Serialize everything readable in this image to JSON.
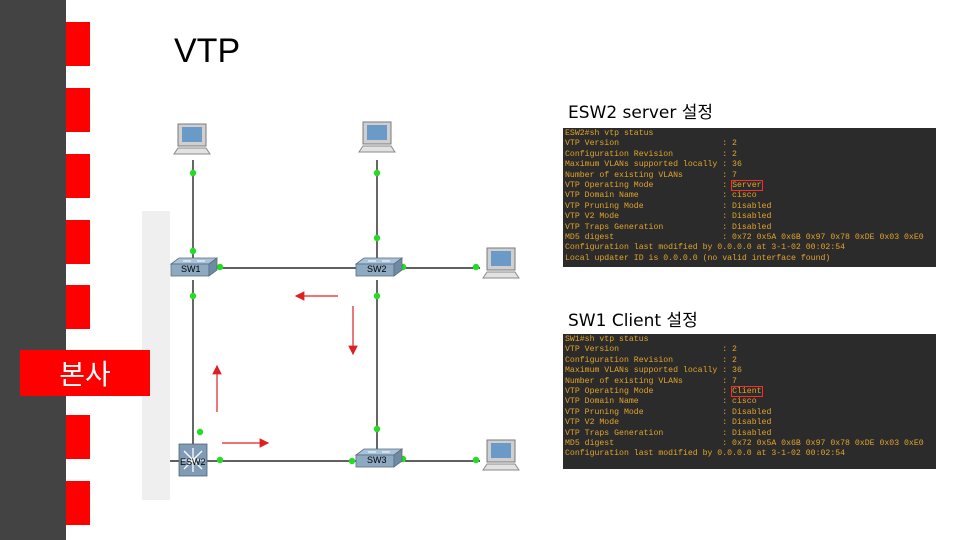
{
  "slide": {
    "title": "VTP"
  },
  "hq_label": "본사",
  "sections": {
    "esw2_title": "ESW2 server 설정",
    "sw1_title": "SW1 Client 설정"
  },
  "esw2_terminal": [
    "ESW2#sh vtp status",
    "VTP Version                     : 2",
    "Configuration Revision          : 2",
    "Maximum VLANs supported locally : 36",
    "Number of existing VLANs        : 7",
    "VTP Operating Mode              : ",
    "VTP Domain Name                 : cisco",
    "VTP Pruning Mode                : Disabled",
    "VTP V2 Mode                     : Disabled",
    "VTP Traps Generation            : Disabled",
    "MD5 digest                      : 0x72 0x5A 0x6B 0x97 0x78 0xDE 0x03 0xE0",
    "Configuration last modified by 0.0.0.0 at 3-1-02 00:02:54",
    "Local updater ID is 0.0.0.0 (no valid interface found)"
  ],
  "esw2_mode": "Server",
  "sw1_terminal": [
    "SW1#sh vtp status",
    "VTP Version                     : 2",
    "Configuration Revision          : 2",
    "Maximum VLANs supported locally : 36",
    "Number of existing VLANs        : 7",
    "VTP Operating Mode              : ",
    "VTP Domain Name                 : cisco",
    "VTP Pruning Mode                : Disabled",
    "VTP V2 Mode                     : Disabled",
    "VTP Traps Generation            : Disabled",
    "MD5 digest                      : 0x72 0x5A 0x6B 0x97 0x78 0xDE 0x03 0xE0",
    "Configuration last modified by 0.0.0.0 at 3-1-02 00:02:54"
  ],
  "sw1_mode": "Client",
  "nodes": {
    "sw1": "SW1",
    "sw2": "SW2",
    "sw3": "SW3",
    "esw2": "ESW2"
  },
  "colors": {
    "accent_red": "#ff0000",
    "sidebar": "#434343",
    "terminal_bg": "#2b2b2b",
    "terminal_text": "#e3a42a",
    "link_dot": "#22dd22"
  }
}
